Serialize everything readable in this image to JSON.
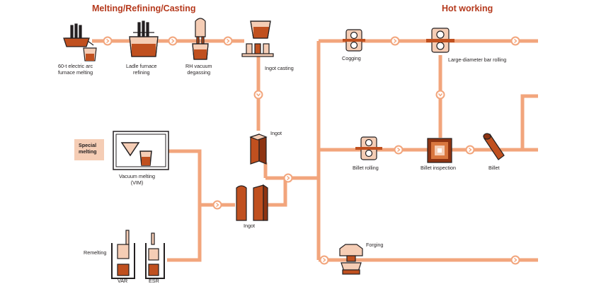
{
  "headings": {
    "left": "Melting/Refining/Casting",
    "right": "Hot working"
  },
  "steps": {
    "electric_arc": [
      "60-t electric arc",
      "furnace melting"
    ],
    "ladle_furnace": [
      "Ladle furnace",
      "refining"
    ],
    "rh_vacuum": [
      "RH vacuum",
      "degassing"
    ],
    "ingot_casting": "Ingot casting",
    "ingot_top": "Ingot",
    "special_melting": [
      "Special",
      "melting"
    ],
    "vim": [
      "Vacuum melting",
      "(VIM)"
    ],
    "ingot_middle": "Ingot",
    "remelting": "Remelting",
    "var": "VAR",
    "esr": "ESR",
    "cogging": "Cogging",
    "large_bar": "Large-diameter bar rolling",
    "billet_rolling": "Billet rolling",
    "billet_inspection": "Billet inspection",
    "billet": "Billet",
    "forging": "Forging"
  },
  "colors": {
    "pipe": "#f2a57c",
    "accent": "#c0501f",
    "dark": "#231f20",
    "fill_light": "#f5cdb5"
  }
}
